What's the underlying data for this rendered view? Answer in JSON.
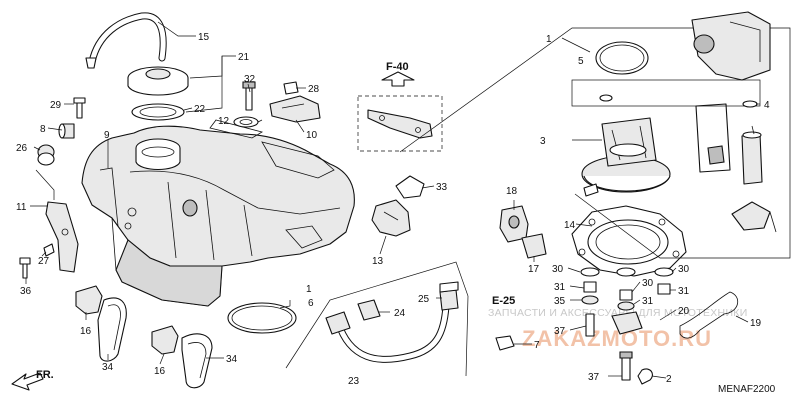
{
  "labels": {
    "l15": "15",
    "l21": "21",
    "l22": "22",
    "l29": "29",
    "l8": "8",
    "l9": "9",
    "l26": "26",
    "l11": "11",
    "l27": "27",
    "l36": "36",
    "l32": "32",
    "l12": "12",
    "l28": "28",
    "l10": "10",
    "l16a": "16",
    "l34a": "34",
    "l16b": "16",
    "l34b": "34",
    "l1a": "1",
    "l6": "6",
    "l13": "13",
    "l33": "33",
    "l23": "23",
    "l24": "24",
    "l25": "25",
    "l7": "7",
    "l18": "18",
    "l17": "17",
    "l14": "14",
    "l30a": "30",
    "l30b": "30",
    "l30c": "30",
    "l31a": "31",
    "l31b": "31",
    "l31c": "31",
    "l35": "35",
    "l37a": "37",
    "l37b": "37",
    "l20": "20",
    "l19": "19",
    "l2": "2",
    "l1b": "1",
    "l5": "5",
    "l3": "3",
    "l4": "4"
  },
  "refs": {
    "f40": "F-40",
    "e25": "E-25",
    "fr": "FR."
  },
  "diagram_code": "MENAF2200",
  "watermark": {
    "line1": "ЗАПЧАСТИ И АКСЕССУАРЫ ДЛЯ МОТОТЕХНИКИ",
    "line2": "ZAKAZMOTO.RU"
  }
}
